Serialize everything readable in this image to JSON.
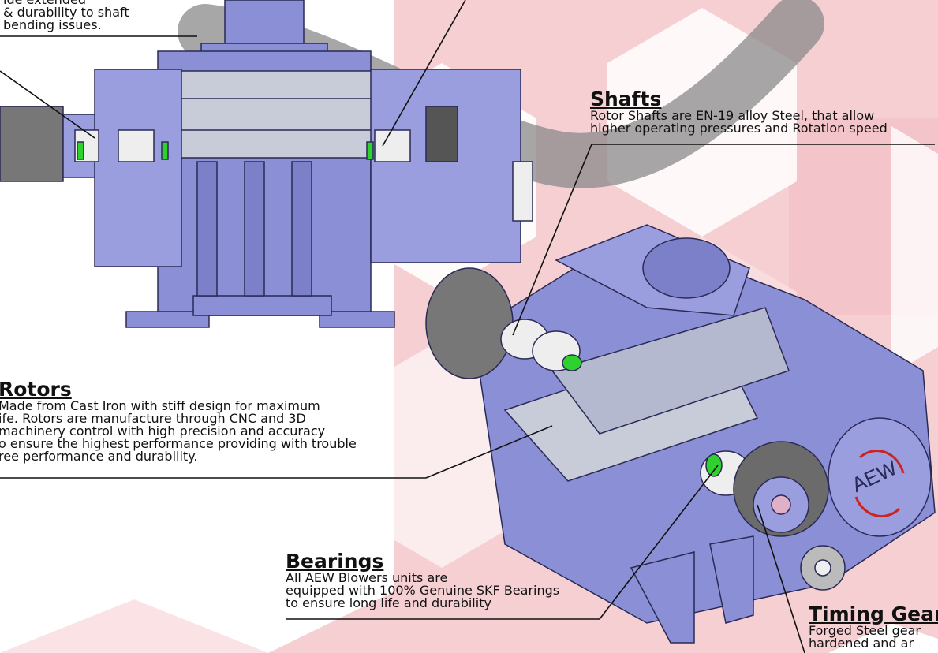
{
  "colors": {
    "hex_bg": "#f6cfd3",
    "body": "#8b8fd6",
    "rotor": "#c8ccd9",
    "green": "#2fd12f",
    "leader": "#111111"
  },
  "callouts": {
    "top_left": {
      "lines": [
        "ide extended",
        "& durability to shaft",
        "bending issues."
      ]
    },
    "shafts": {
      "title": "Shafts",
      "lines": [
        "Rotor Shafts are EN-19 alloy Steel, that allow",
        "higher operating pressures and Rotation speed"
      ]
    },
    "rotors": {
      "title": "Rotors",
      "lines": [
        "Made from Cast Iron with stiff design for maximum",
        "ife. Rotors are manufacture through CNC and 3D",
        "machinery control with high precision and accuracy",
        "o ensure the highest performance providing with trouble",
        "ree performance and durability."
      ]
    },
    "bearings": {
      "title": "Bearings",
      "lines": [
        "All AEW Blowers units are",
        "equipped with 100% Genuine SKF Bearings",
        "to ensure long life and durability"
      ]
    },
    "timing_gear": {
      "title": "Timing Gear",
      "lines": [
        "Forged Steel gear",
        "hardened and ar"
      ]
    }
  },
  "logo": {
    "text": "AEW"
  }
}
